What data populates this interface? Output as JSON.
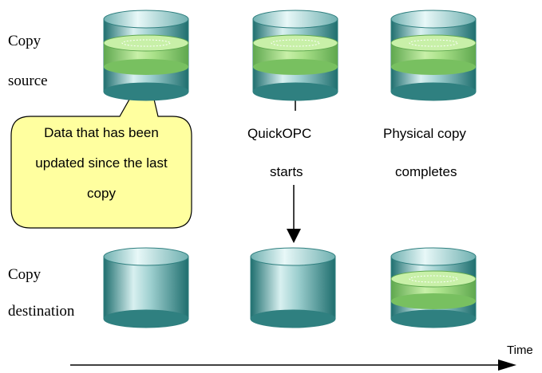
{
  "labels": {
    "copy_source_1": "Copy",
    "copy_source_2": "source",
    "copy_dest_1": "Copy",
    "copy_dest_2": "destination",
    "quickopc_1": "QuickOPC",
    "quickopc_2": "starts",
    "physical_1": "Physical copy",
    "physical_2": "completes",
    "time": "Time"
  },
  "callout": {
    "line1": "Data that has been",
    "line2": "updated since the last",
    "line3": "copy"
  },
  "colors": {
    "cylinder_light": "#d8f0f0",
    "cylinder_mid": "#3f9f9f",
    "cylinder_dark": "#1f6f6f",
    "band_green": "#8fd86f",
    "callout_fill": "#ffff9f"
  }
}
